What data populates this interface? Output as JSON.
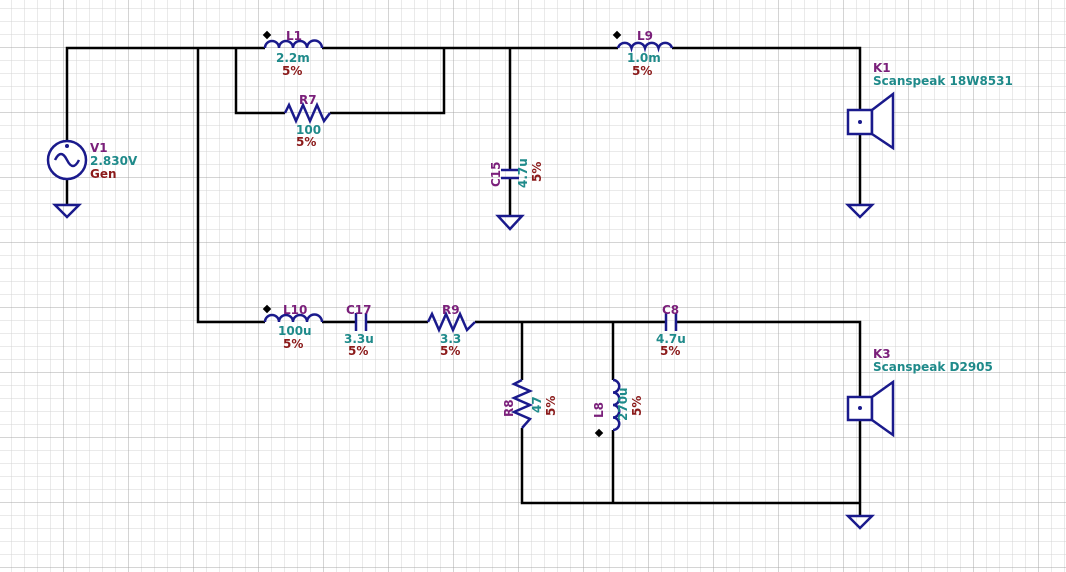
{
  "components": {
    "V1": {
      "ref": "V1",
      "value": "2.830V",
      "tol": "Gen"
    },
    "L1": {
      "ref": "L1",
      "value": "2.2m",
      "tol": "5%"
    },
    "R7": {
      "ref": "R7",
      "value": "100",
      "tol": "5%"
    },
    "L9": {
      "ref": "L9",
      "value": "1.0m",
      "tol": "5%"
    },
    "C15": {
      "ref": "C15",
      "value": "4.7u",
      "tol": "5%"
    },
    "K1": {
      "ref": "K1",
      "value": "Scanspeak 18W8531"
    },
    "L10": {
      "ref": "L10",
      "value": "100u",
      "tol": "5%"
    },
    "C17": {
      "ref": "C17",
      "value": "3.3u",
      "tol": "5%"
    },
    "R9": {
      "ref": "R9",
      "value": "3.3",
      "tol": "5%"
    },
    "C8": {
      "ref": "C8",
      "value": "4.7u",
      "tol": "5%"
    },
    "R8": {
      "ref": "R8",
      "value": "47",
      "tol": "5%"
    },
    "L8": {
      "ref": "L8",
      "value": "270u",
      "tol": "5%"
    },
    "K3": {
      "ref": "K3",
      "value": "Scanspeak D2905"
    }
  },
  "colors": {
    "wire": "#000000",
    "component": "#1a1a8c",
    "ref_text": "#7a1f7a",
    "value_text": "#1f8a8a",
    "tolerance_text": "#8b1a1a",
    "grid_minor": "#d4d4d4",
    "grid_major": "#a8a8a8"
  }
}
